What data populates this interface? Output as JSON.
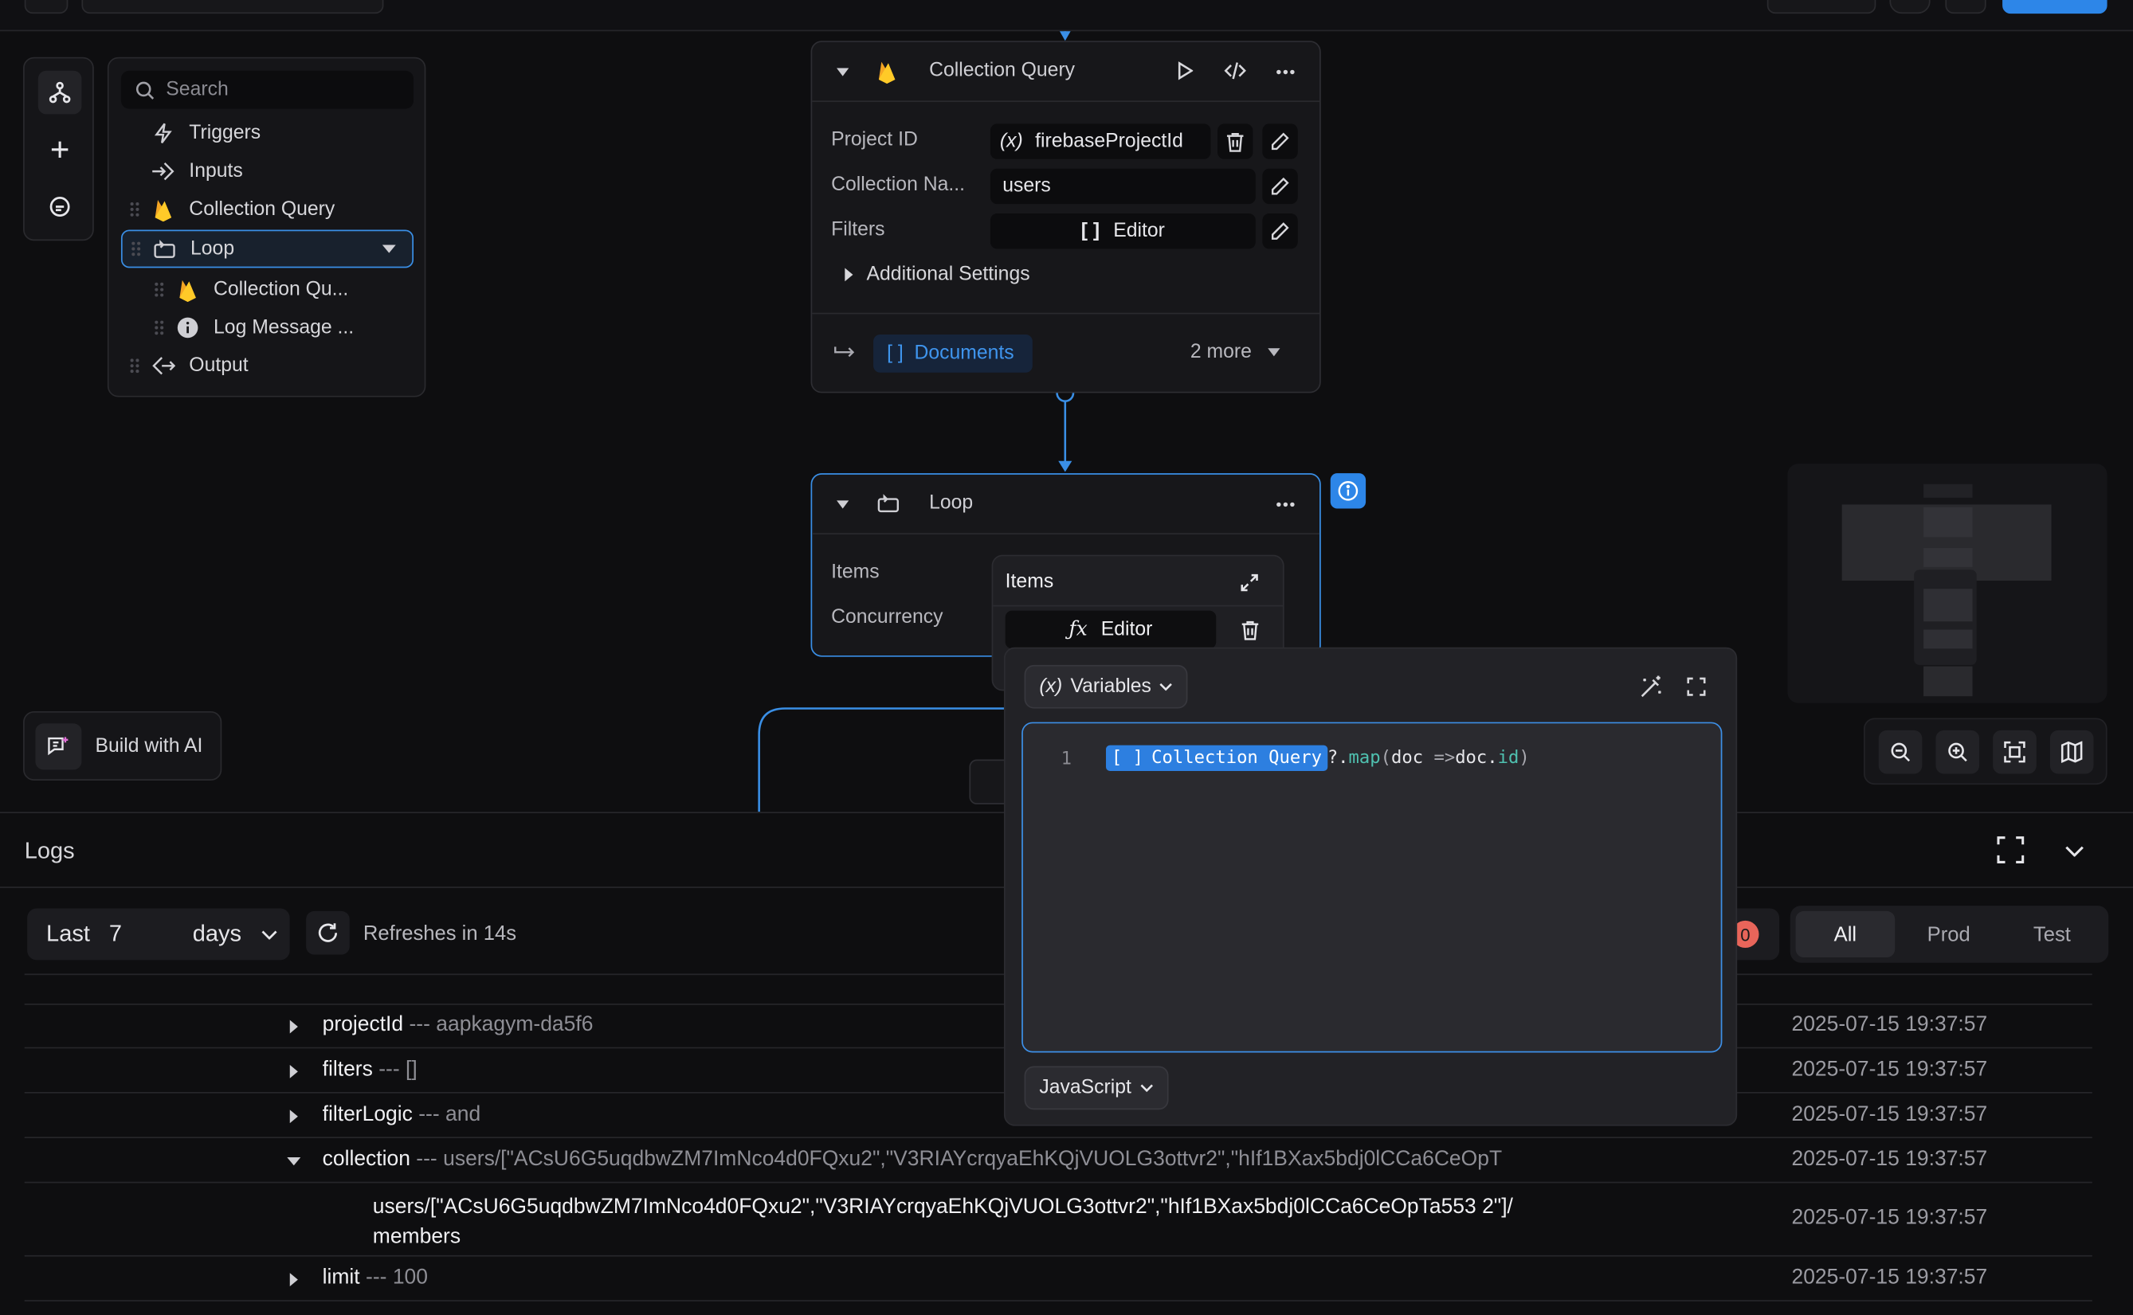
{
  "tree": {
    "search_placeholder": "Search",
    "items": [
      {
        "label": "Triggers"
      },
      {
        "label": "Inputs"
      },
      {
        "label": "Collection Query"
      },
      {
        "label": "Loop"
      },
      {
        "label": "Collection Qu..."
      },
      {
        "label": "Log Message ..."
      },
      {
        "label": "Output"
      }
    ]
  },
  "build_ai": {
    "label": "Build with AI"
  },
  "collection_node": {
    "title": "Collection Query",
    "fields": {
      "project_id_label": "Project ID",
      "project_id_var": "(x)",
      "project_id_value": "firebaseProjectId",
      "collection_label": "Collection Na...",
      "collection_value": "users",
      "filters_label": "Filters",
      "filters_value": "Editor",
      "filters_icon": "[ ]"
    },
    "additional": "Additional Settings",
    "output_icon": "[ ]",
    "output_label": "Documents",
    "more": "2 more"
  },
  "loop_node": {
    "title": "Loop",
    "items_label": "Items",
    "concurrency_label": "Concurrency"
  },
  "items_popover": {
    "title": "Items",
    "editor_label": "Editor"
  },
  "editor_popover": {
    "variables_label": "Variables",
    "variables_icon": "(x)",
    "line_number": "1",
    "token_icon": "[ ]",
    "token_label": "Collection Query",
    "code_opt": "?.",
    "code_map": "map",
    "code_paren_open": "(",
    "code_param": "doc ",
    "code_arrow": "=>",
    "code_doc": "doc.",
    "code_id": "id",
    "code_paren_close": ")",
    "language": "JavaScript"
  },
  "logs": {
    "title": "Logs",
    "range_prefix": "Last",
    "range_value": "7",
    "range_unit": "days",
    "refresh_text": "Refreshes in 14s",
    "error_badge": "0",
    "env_tabs": [
      "All",
      "Prod",
      "Test"
    ],
    "rows": [
      {
        "key": "projectId",
        "sep": " --- ",
        "value": "aapkagym-da5f6",
        "time": "2025-07-15  19:37:57"
      },
      {
        "key": "filters",
        "sep": " --- ",
        "value": "[]",
        "time": "2025-07-15  19:37:57"
      },
      {
        "key": "filterLogic",
        "sep": " --- ",
        "value": "and",
        "time": "2025-07-15  19:37:57"
      },
      {
        "key": "collection",
        "sep": " --- ",
        "value": "users/[\"ACsU6G5uqdbwZM7ImNco4d0FQxu2\",\"V3RIAYcrqyaEhKQjVUOLG3ottvr2\",\"hIf1BXax5bdj0lCCa6CeOpT",
        "time": "2025-07-15  19:37:57"
      },
      {
        "key": "",
        "sep": "",
        "value": "users/[\"ACsU6G5uqdbwZM7ImNco4d0FQxu2\",\"V3RIAYcrqyaEhKQjVUOLG3ottvr2\",\"hIf1BXax5bdj0lCCa6CeOpTa553 2\"]/members",
        "time": "2025-07-15  19:37:57"
      },
      {
        "key": "limit",
        "sep": " --- ",
        "value": "100",
        "time": "2025-07-15  19:37:57"
      }
    ]
  },
  "colors": {
    "accent": "#3a8fe6",
    "firebase": "#f5a623",
    "background": "#0e0e10",
    "token_bg": "#2d7fe0",
    "code_green": "#4fc1b0"
  }
}
